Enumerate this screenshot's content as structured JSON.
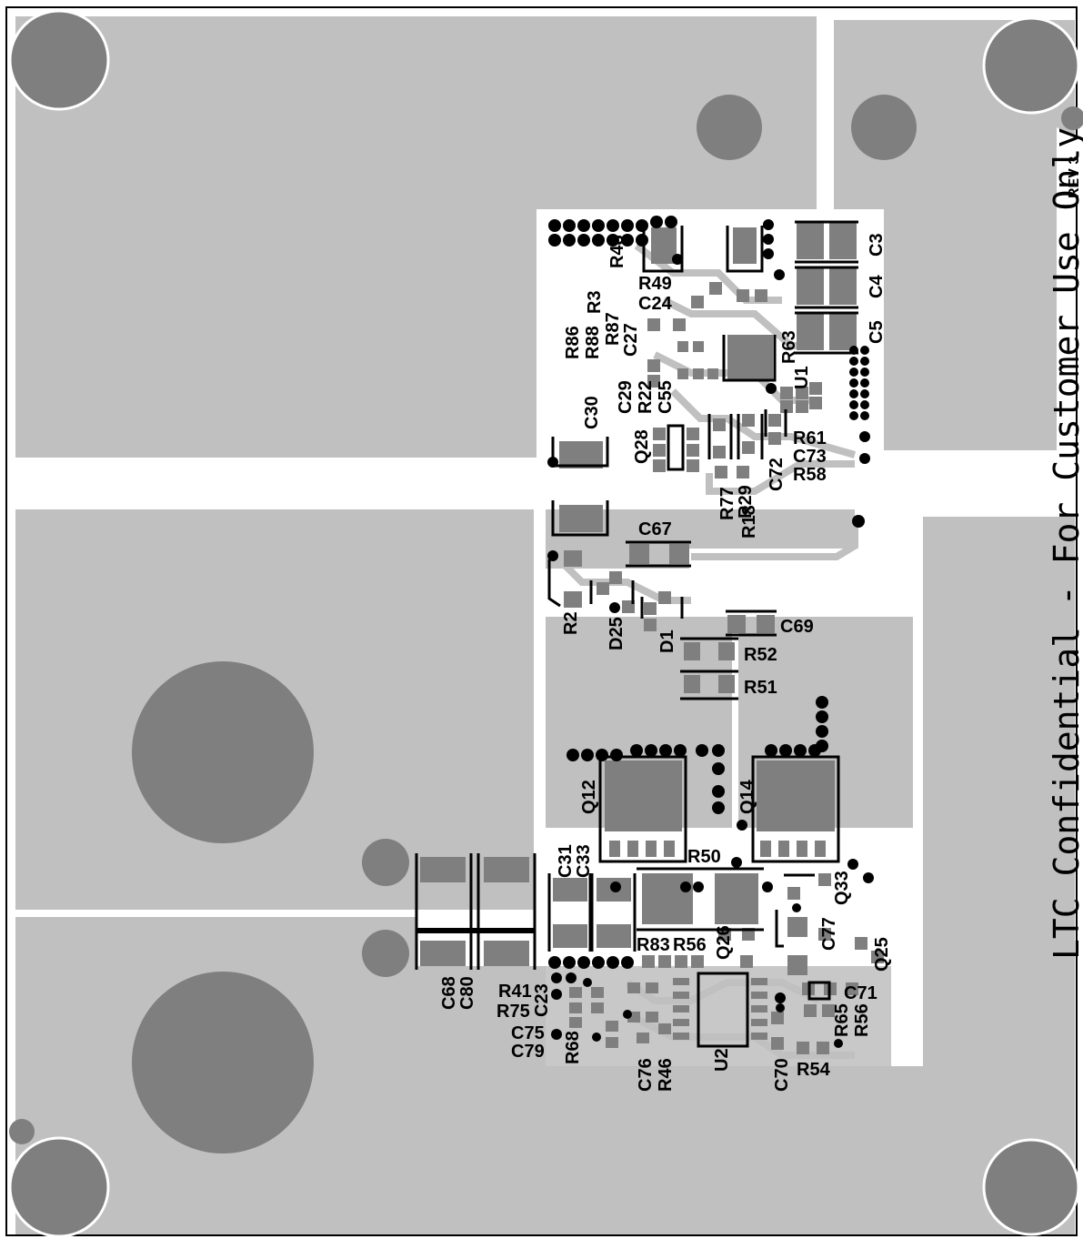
{
  "board": {
    "confidential_text": "LTC Confidential - For Customer Use Only",
    "revision": "REV 3",
    "colors": {
      "plane": "#c0c0c0",
      "pad": "#7f7f7f",
      "background": "#ffffff",
      "silk": "#000000"
    }
  },
  "designators": {
    "C3": "C3",
    "C4": "C4",
    "C5": "C5",
    "R48": "R48",
    "R49": "R49",
    "C24": "C24",
    "R3": "R3",
    "R86": "R86",
    "R88": "R88",
    "R87": "R87",
    "C27": "C27",
    "R63": "R63",
    "U1": "U1",
    "C29": "C29",
    "R22": "R22",
    "C55": "C55",
    "C30": "C30",
    "Q28": "Q28",
    "R61": "R61",
    "C73": "C73",
    "R58": "R58",
    "C72": "C72",
    "R77": "R77",
    "R29": "R29",
    "R18": "R18",
    "C67": "C67",
    "R2": "R2",
    "D25": "D25",
    "D1": "D1",
    "C69": "C69",
    "R52": "R52",
    "R51": "R51",
    "Q12": "Q12",
    "Q14": "Q14",
    "R50": "R50",
    "C31": "C31",
    "C33": "C33",
    "C68": "C68",
    "C80": "C80",
    "Q33": "Q33",
    "R83": "R83",
    "R56": "R56",
    "Q26": "Q26",
    "C77": "C77",
    "Q25": "Q25",
    "C71": "C71",
    "R41": "R41",
    "R75": "R75",
    "C23": "C23",
    "C75": "C75",
    "C79": "C79",
    "R68": "R68",
    "C76": "C76",
    "R46": "R46",
    "U2": "U2",
    "C70": "C70",
    "R54": "R54",
    "R65": "R65",
    "R56b": "R56"
  }
}
